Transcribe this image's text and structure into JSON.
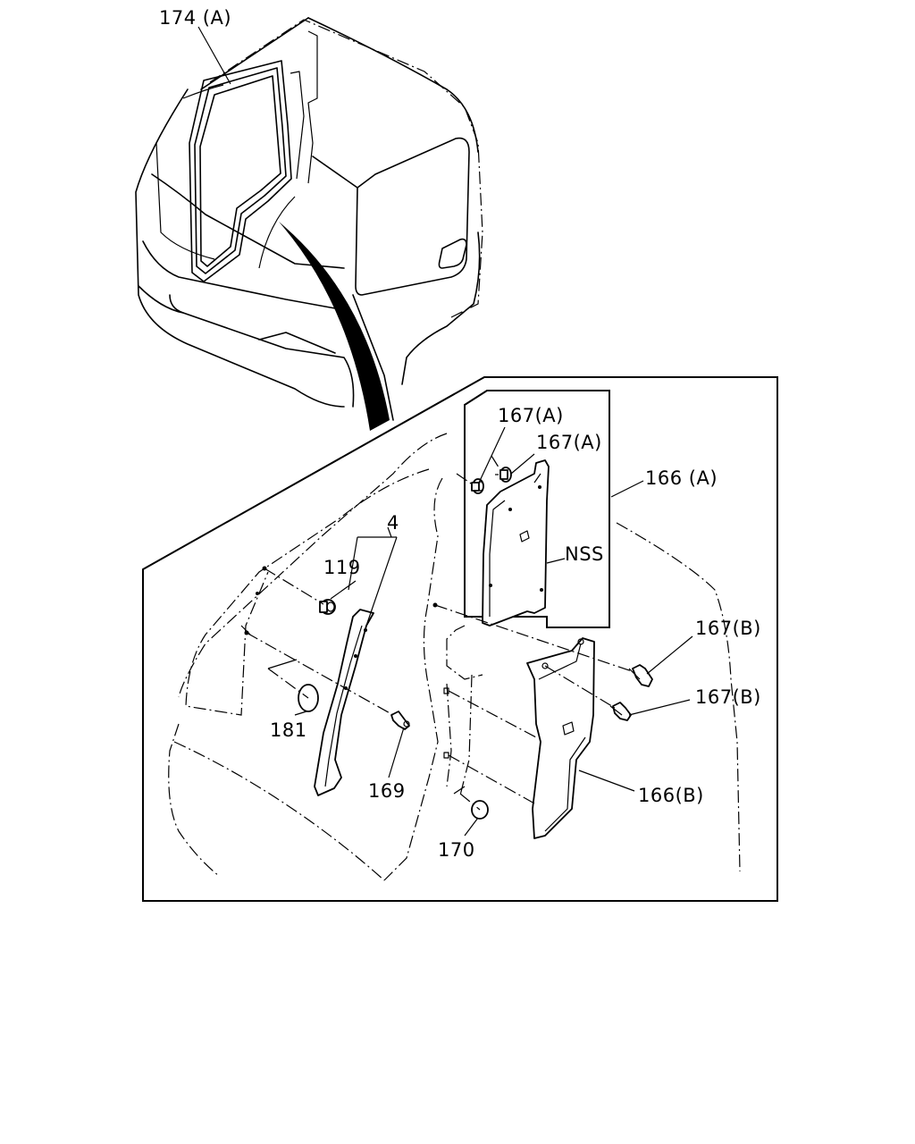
{
  "labels": {
    "l174a": "174 (A)",
    "l167a_1": "167(A)",
    "l167a_2": "167(A)",
    "l166a": "166 (A)",
    "l4": "4",
    "l119": "119",
    "lnss": "NSS",
    "l167b_1": "167(B)",
    "l167b_2": "167(B)",
    "l181": "181",
    "l169": "169",
    "l166b": "166(B)",
    "l170": "170"
  }
}
